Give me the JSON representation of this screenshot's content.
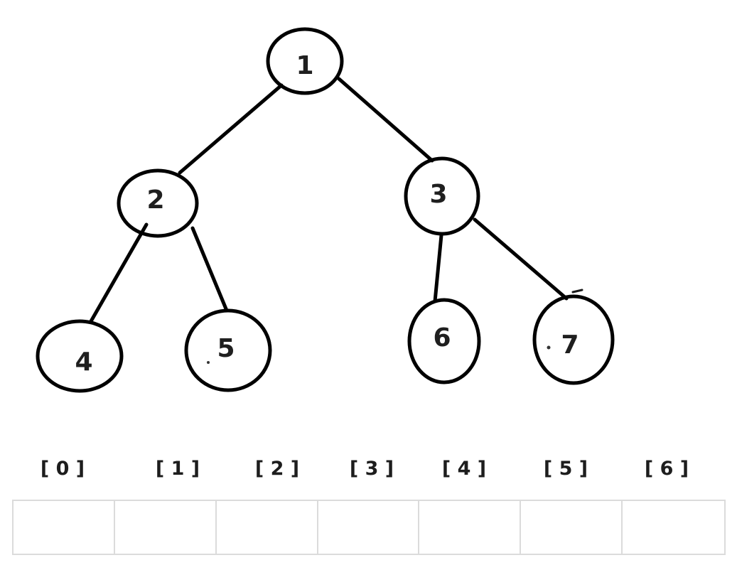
{
  "diagram": {
    "type": "binary-tree-with-array-representation",
    "tree": {
      "nodes": [
        {
          "id": "1",
          "label": "1"
        },
        {
          "id": "2",
          "label": "2"
        },
        {
          "id": "3",
          "label": "3"
        },
        {
          "id": "4",
          "label": "4"
        },
        {
          "id": "5",
          "label": "5"
        },
        {
          "id": "6",
          "label": "6"
        },
        {
          "id": "7",
          "label": "7"
        }
      ],
      "edges": [
        {
          "from": "1",
          "to": "2"
        },
        {
          "from": "1",
          "to": "3"
        },
        {
          "from": "2",
          "to": "4"
        },
        {
          "from": "2",
          "to": "5"
        },
        {
          "from": "3",
          "to": "6"
        },
        {
          "from": "3",
          "to": "7"
        }
      ]
    },
    "array": {
      "index_labels": [
        "[ 0 ]",
        "[ 1 ]",
        "[ 2 ]",
        "[ 3 ]",
        "[ 4 ]",
        "[ 5 ]",
        "[ 6 ]"
      ],
      "cell_values": [
        "",
        "",
        "",
        "",
        "",
        "",
        ""
      ]
    }
  },
  "colors": {
    "ink": "#000000",
    "node_text": "#1f1f1f",
    "index_text": "#1d1d1d",
    "table_border": "#dbdbdb",
    "background": "#ffffff"
  }
}
